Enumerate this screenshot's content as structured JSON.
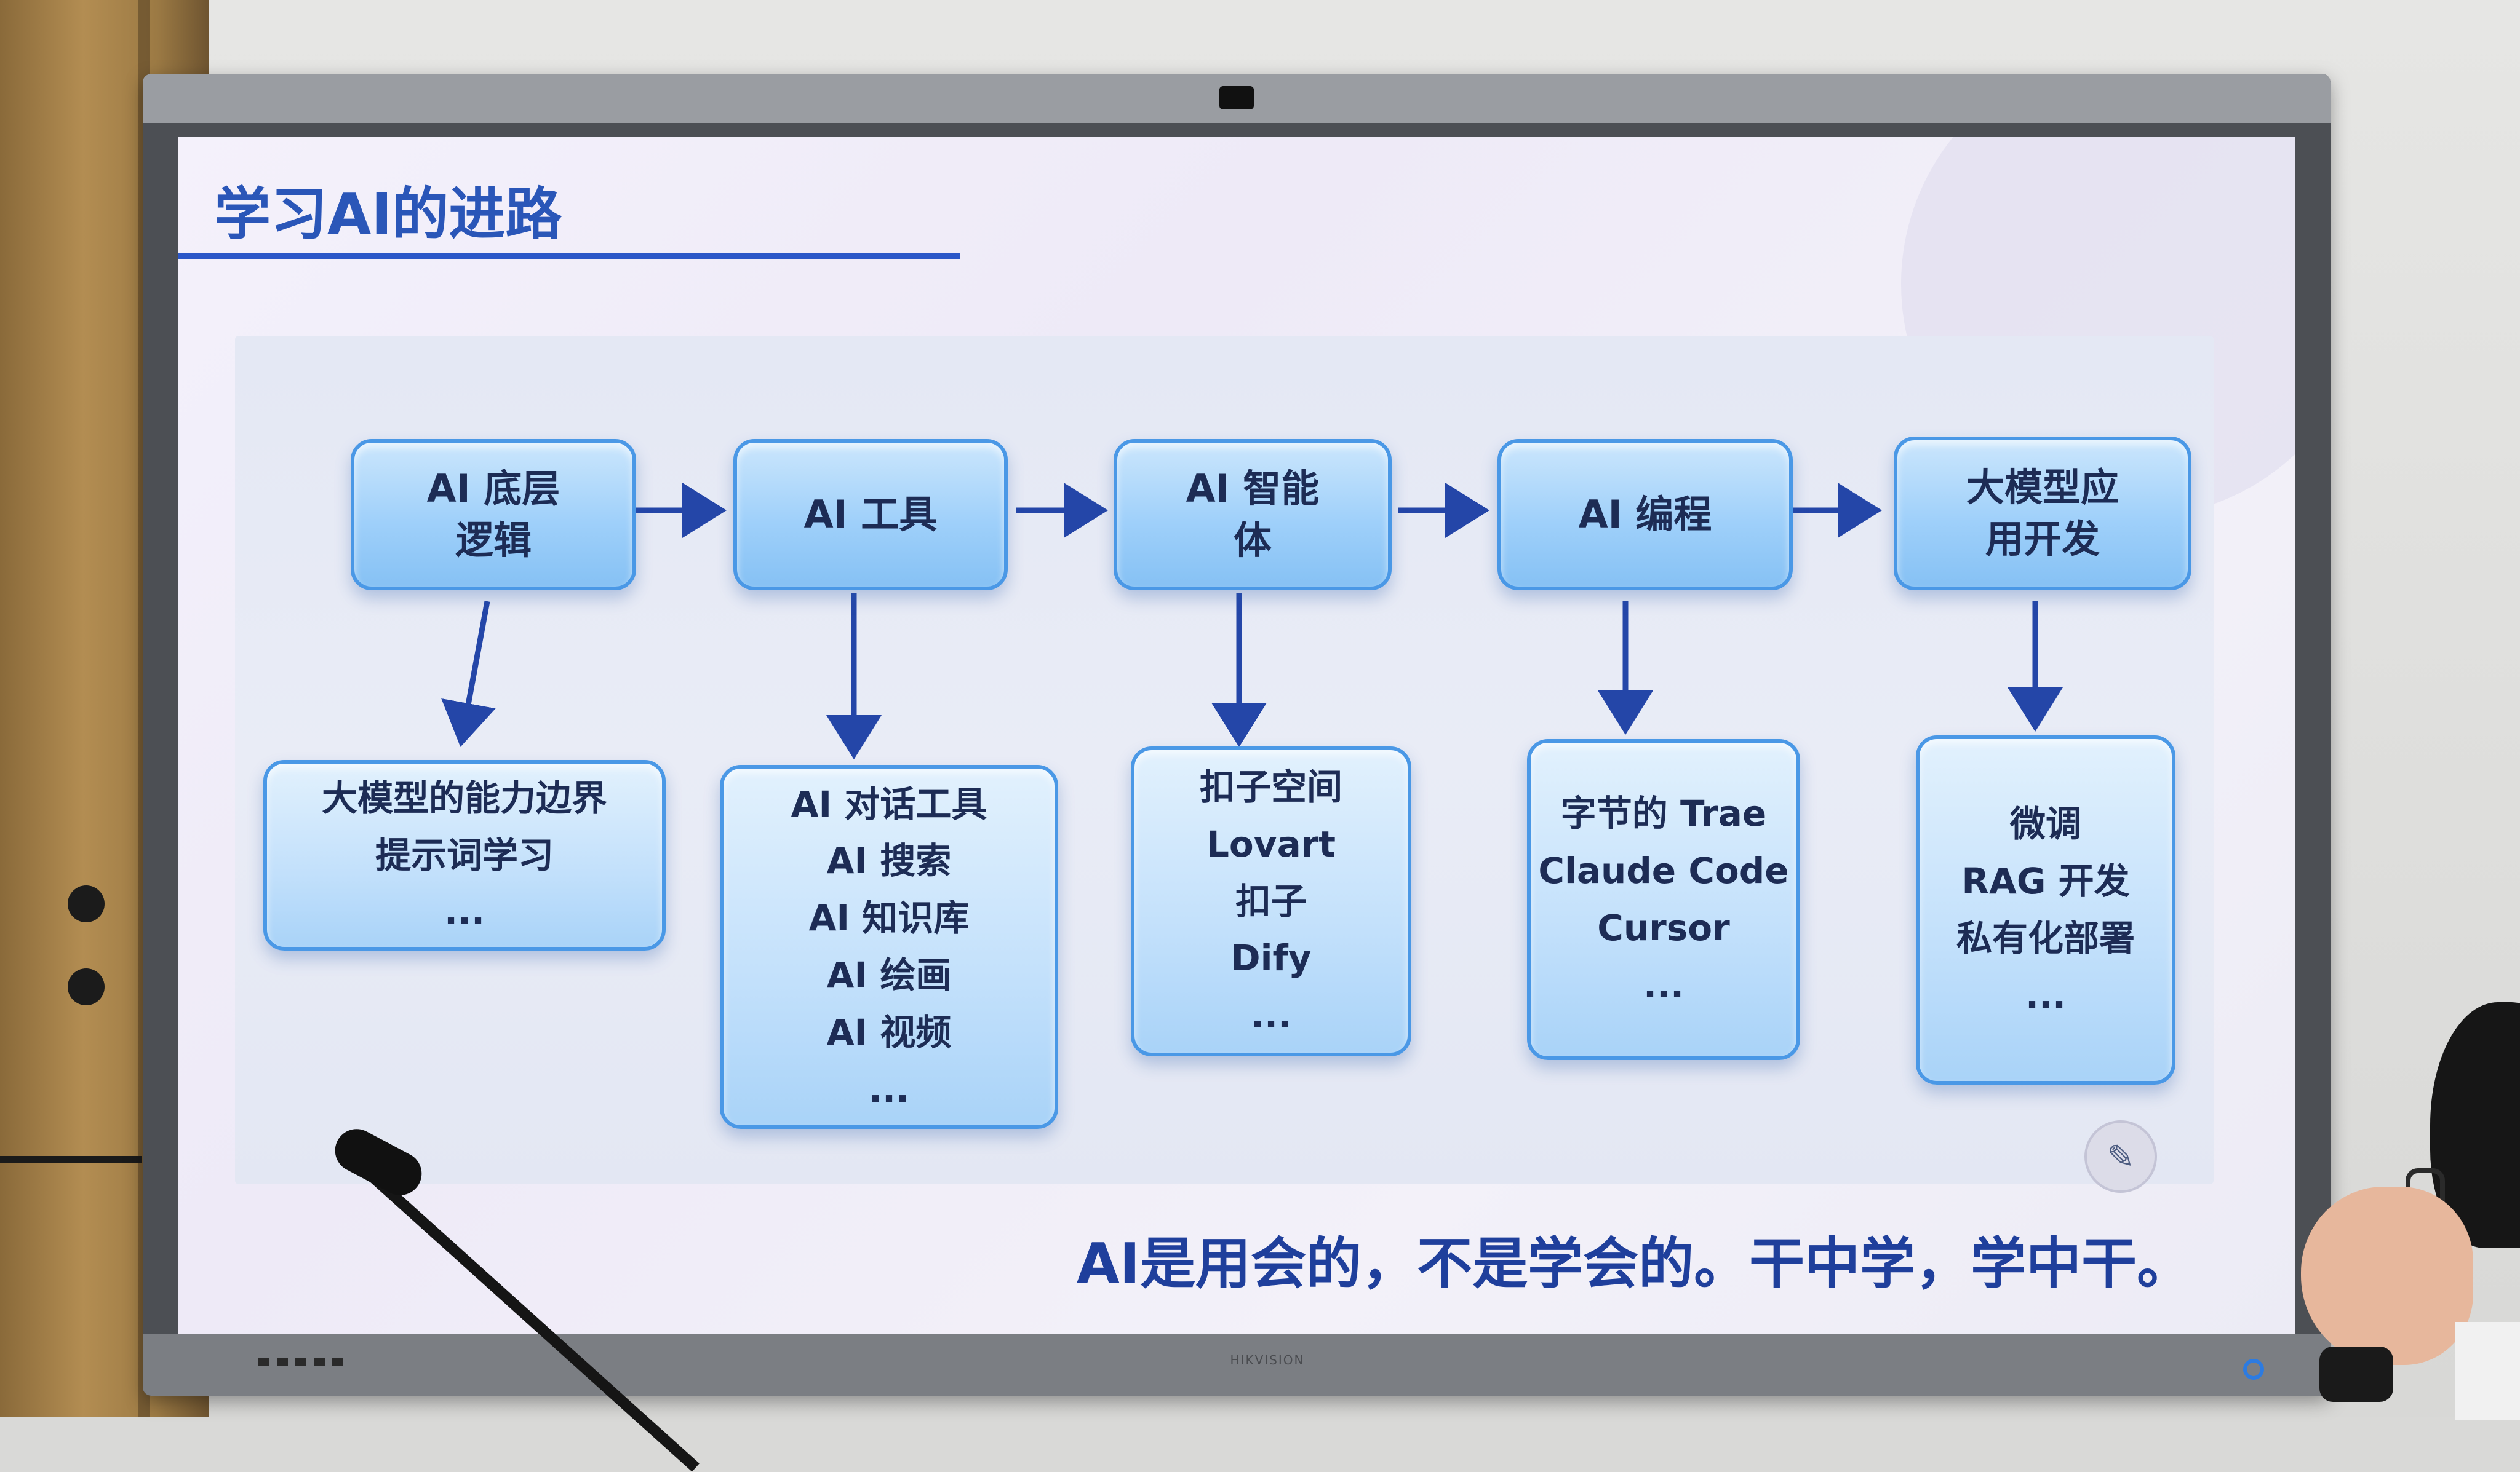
{
  "slide": {
    "title": "学习AI的进路",
    "tagline": "AI是用会的，不是学会的。干中学，学中干。"
  },
  "flow": {
    "stages": [
      {
        "title_lines": [
          "AI 底层",
          "逻辑"
        ],
        "details": [
          "大模型的能力边界",
          "提示词学习",
          "..."
        ]
      },
      {
        "title_lines": [
          "AI 工具"
        ],
        "details": [
          "AI 对话工具",
          "AI 搜索",
          "AI 知识库",
          "AI 绘画",
          "AI 视频",
          "..."
        ]
      },
      {
        "title_lines": [
          "AI 智能",
          "体"
        ],
        "details": [
          "扣子空间",
          "Lovart",
          "扣子",
          "Dify",
          "..."
        ]
      },
      {
        "title_lines": [
          "AI 编程"
        ],
        "details": [
          "字节的 Trae",
          "Claude Code",
          "Cursor",
          "..."
        ]
      },
      {
        "title_lines": [
          "大模型应",
          "用开发"
        ],
        "details": [
          "微调",
          "RAG 开发",
          "私有化部署",
          "..."
        ]
      }
    ]
  },
  "device": {
    "brand": "HIKVISION"
  },
  "icons": {
    "edit_button": "pen-edit-icon"
  }
}
